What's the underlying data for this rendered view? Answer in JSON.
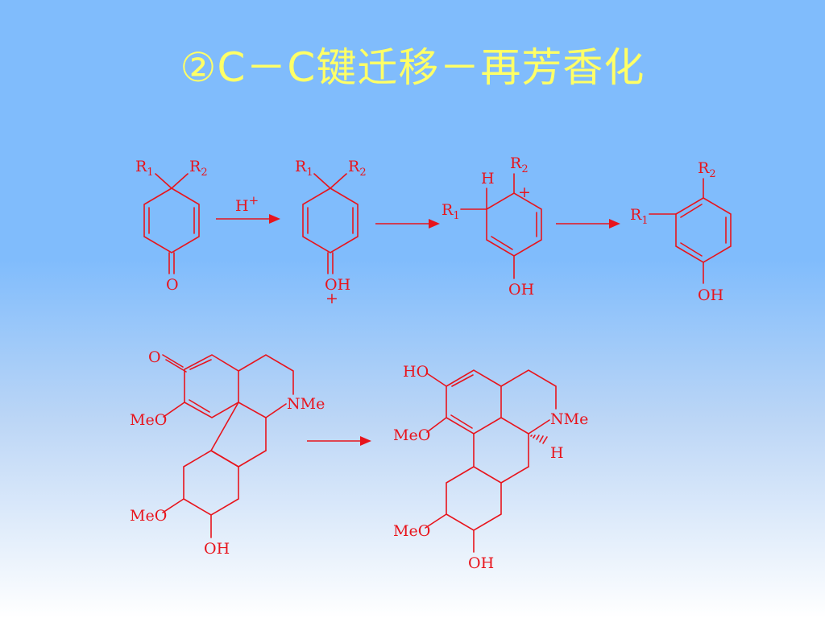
{
  "title": "②C－C键迁移－再芳香化",
  "colors": {
    "background_top": "#80bcfc",
    "background_bottom": "#ffffff",
    "title": "#ffff66",
    "structure": "#e8141c"
  },
  "labels": {
    "r1": "R",
    "r2": "R",
    "sub1": "1",
    "sub2": "2",
    "o": "O",
    "oh": "OH",
    "h": "H",
    "plus": "+",
    "meo": "MeO",
    "ho": "HO",
    "nme": "NMe"
  }
}
